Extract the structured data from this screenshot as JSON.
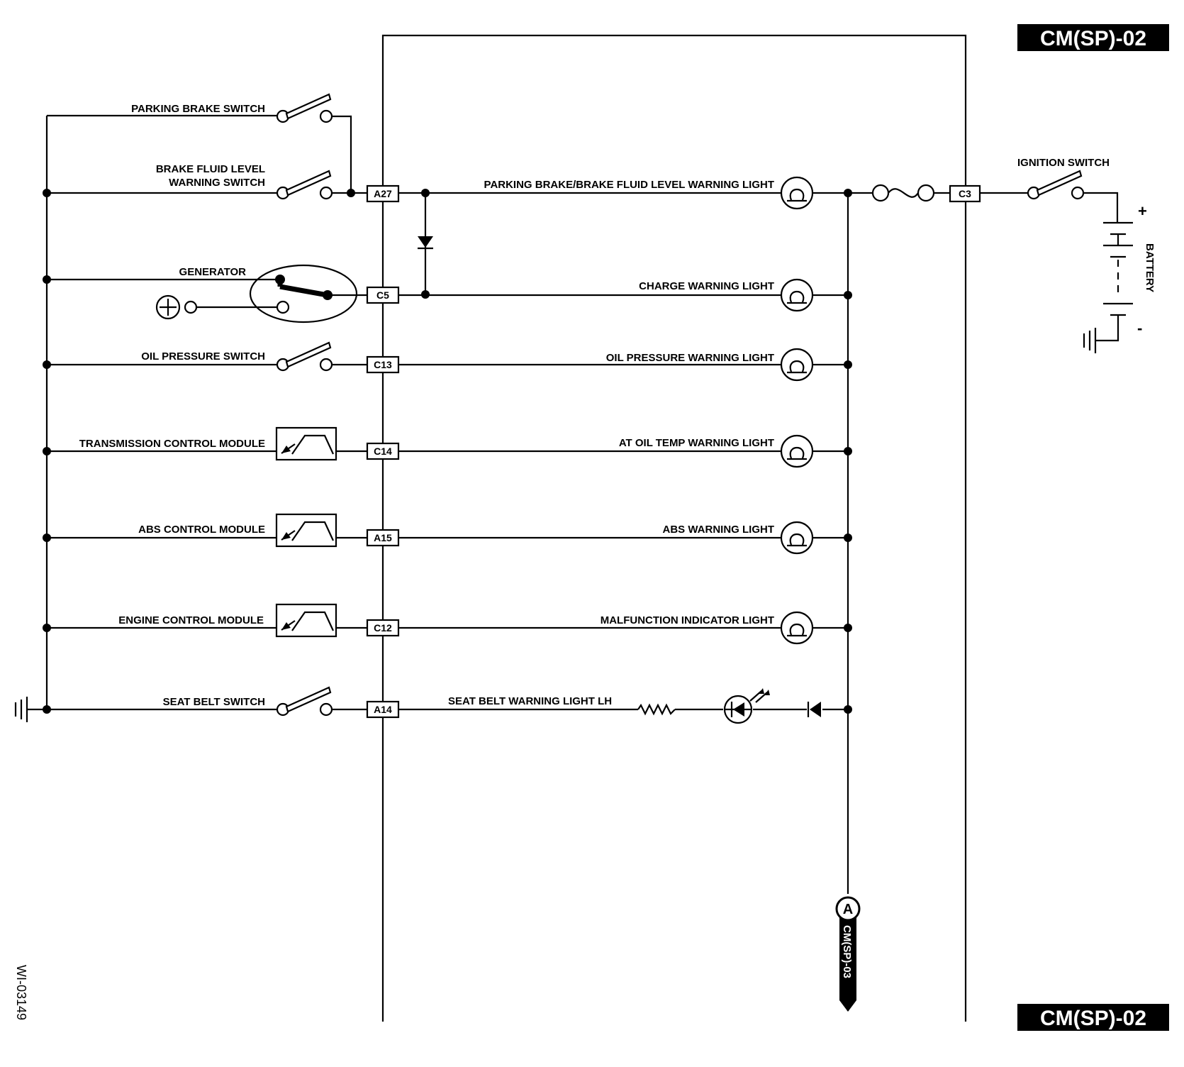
{
  "page": {
    "badge_top": "CM(SP)-02",
    "badge_bottom": "CM(SP)-02",
    "figure_code": "WI-03149"
  },
  "components": {
    "parking_brake_switch": "PARKING BRAKE SWITCH",
    "brake_fluid_level_switch_line1": "BRAKE FLUID LEVEL",
    "brake_fluid_level_switch_line2": "WARNING SWITCH",
    "generator": "GENERATOR",
    "oil_pressure_switch": "OIL PRESSURE SWITCH",
    "transmission_control_module": "TRANSMISSION CONTROL MODULE",
    "abs_control_module": "ABS CONTROL MODULE",
    "engine_control_module": "ENGINE CONTROL MODULE",
    "seat_belt_switch": "SEAT BELT SWITCH",
    "ignition_switch": "IGNITION SWITCH",
    "battery": "BATTERY",
    "battery_plus": "+",
    "battery_minus": "-"
  },
  "lights": {
    "parking_brake": "PARKING BRAKE/BRAKE FLUID LEVEL WARNING LIGHT",
    "charge": "CHARGE WARNING LIGHT",
    "oil_pressure": "OIL PRESSURE WARNING LIGHT",
    "at_oil_temp": "AT OIL TEMP WARNING LIGHT",
    "abs": "ABS WARNING LIGHT",
    "malfunction": "MALFUNCTION INDICATOR LIGHT",
    "seat_belt": "SEAT BELT WARNING LIGHT LH"
  },
  "connectors": {
    "a27": "A27",
    "c5": "C5",
    "c13": "C13",
    "c14": "C14",
    "a15": "A15",
    "c12": "C12",
    "a14": "A14",
    "c3": "C3"
  },
  "continuation": {
    "letter": "A",
    "ref": "CM(SP)-03"
  }
}
